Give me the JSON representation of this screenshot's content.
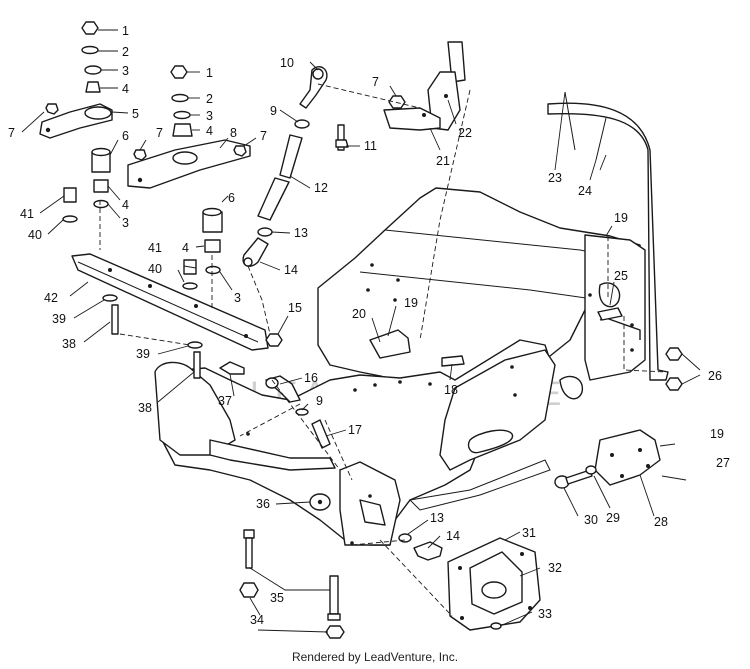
{
  "diagram": {
    "credit": "Rendered by LeadVenture, Inc.",
    "watermark": "LEADVENTURE",
    "callouts": [
      {
        "id": "c1a",
        "label": "1"
      },
      {
        "id": "c2a",
        "label": "2"
      },
      {
        "id": "c3a",
        "label": "3"
      },
      {
        "id": "c4a",
        "label": "4"
      },
      {
        "id": "c5",
        "label": "5"
      },
      {
        "id": "c6a",
        "label": "6"
      },
      {
        "id": "c7a",
        "label": "7"
      },
      {
        "id": "c41a",
        "label": "41"
      },
      {
        "id": "c40a",
        "label": "40"
      },
      {
        "id": "c4b",
        "label": "4"
      },
      {
        "id": "c3b",
        "label": "3"
      },
      {
        "id": "c1b",
        "label": "1"
      },
      {
        "id": "c2b",
        "label": "2"
      },
      {
        "id": "c3c",
        "label": "3"
      },
      {
        "id": "c4c",
        "label": "4"
      },
      {
        "id": "c7b",
        "label": "7"
      },
      {
        "id": "c8",
        "label": "8"
      },
      {
        "id": "c7c",
        "label": "7"
      },
      {
        "id": "c6b",
        "label": "6"
      },
      {
        "id": "c4d",
        "label": "4"
      },
      {
        "id": "c41b",
        "label": "41"
      },
      {
        "id": "c40b",
        "label": "40"
      },
      {
        "id": "c3d",
        "label": "3"
      },
      {
        "id": "c10",
        "label": "10"
      },
      {
        "id": "c9a",
        "label": "9"
      },
      {
        "id": "c11",
        "label": "11"
      },
      {
        "id": "c12",
        "label": "12"
      },
      {
        "id": "c13a",
        "label": "13"
      },
      {
        "id": "c14a",
        "label": "14"
      },
      {
        "id": "c7d",
        "label": "7"
      },
      {
        "id": "c22",
        "label": "22"
      },
      {
        "id": "c21",
        "label": "21"
      },
      {
        "id": "c23",
        "label": "23"
      },
      {
        "id": "c24",
        "label": "24"
      },
      {
        "id": "c19a",
        "label": "19"
      },
      {
        "id": "c25",
        "label": "25"
      },
      {
        "id": "c26",
        "label": "26"
      },
      {
        "id": "c42",
        "label": "42"
      },
      {
        "id": "c39a",
        "label": "39"
      },
      {
        "id": "c38a",
        "label": "38"
      },
      {
        "id": "c39b",
        "label": "39"
      },
      {
        "id": "c38b",
        "label": "38"
      },
      {
        "id": "c37",
        "label": "37"
      },
      {
        "id": "c15",
        "label": "15"
      },
      {
        "id": "c16",
        "label": "16"
      },
      {
        "id": "c9b",
        "label": "9"
      },
      {
        "id": "c17",
        "label": "17"
      },
      {
        "id": "c19b",
        "label": "19"
      },
      {
        "id": "c20",
        "label": "20"
      },
      {
        "id": "c18",
        "label": "18"
      },
      {
        "id": "c19c",
        "label": "19"
      },
      {
        "id": "c27",
        "label": "27"
      },
      {
        "id": "c28",
        "label": "28"
      },
      {
        "id": "c29",
        "label": "29"
      },
      {
        "id": "c30",
        "label": "30"
      },
      {
        "id": "c36",
        "label": "36"
      },
      {
        "id": "c13b",
        "label": "13"
      },
      {
        "id": "c14b",
        "label": "14"
      },
      {
        "id": "c31",
        "label": "31"
      },
      {
        "id": "c32",
        "label": "32"
      },
      {
        "id": "c33",
        "label": "33"
      },
      {
        "id": "c35",
        "label": "35"
      },
      {
        "id": "c34",
        "label": "34"
      }
    ]
  }
}
